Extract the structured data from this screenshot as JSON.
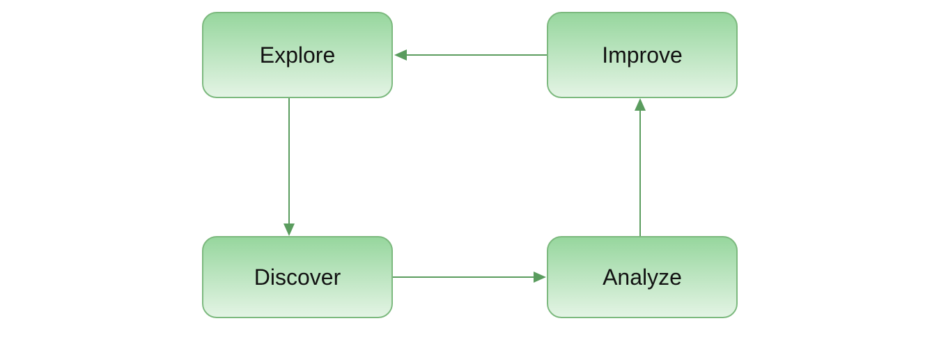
{
  "diagram": {
    "type": "flowchart-cycle",
    "nodes": [
      {
        "id": "explore",
        "label": "Explore",
        "position": "top-left"
      },
      {
        "id": "improve",
        "label": "Improve",
        "position": "top-right"
      },
      {
        "id": "discover",
        "label": "Discover",
        "position": "bottom-left"
      },
      {
        "id": "analyze",
        "label": "Analyze",
        "position": "bottom-right"
      }
    ],
    "edges": [
      {
        "from": "improve",
        "to": "explore",
        "direction": "left"
      },
      {
        "from": "explore",
        "to": "discover",
        "direction": "down"
      },
      {
        "from": "discover",
        "to": "analyze",
        "direction": "right"
      },
      {
        "from": "analyze",
        "to": "improve",
        "direction": "up"
      }
    ],
    "colors": {
      "background": "#ffffff",
      "node_border": "#7cb97e",
      "node_fill_top": "#96d69d",
      "node_fill_bottom": "#e4f4e5",
      "arrow": "#5a9c5e",
      "label_text": "#121212"
    }
  }
}
